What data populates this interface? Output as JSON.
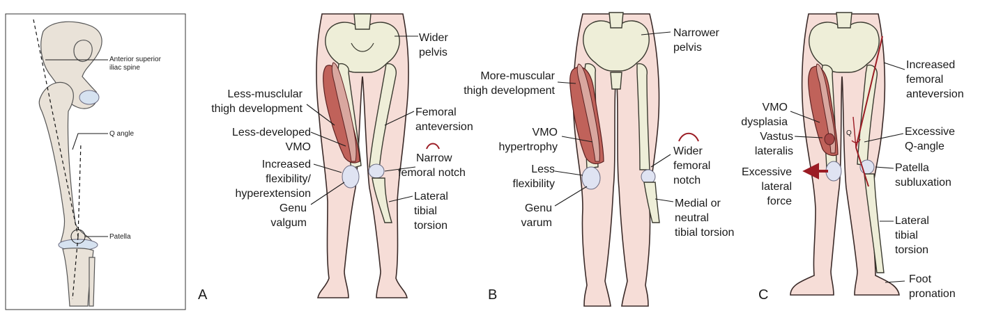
{
  "panel_left": {
    "labels": {
      "asis": [
        "Anterior superior",
        "iliac spine"
      ],
      "q_angle": "Q angle",
      "patella": "Patella"
    }
  },
  "panel_a": {
    "letter": "A",
    "labels": {
      "wider_pelvis": [
        "Wider",
        "pelvis"
      ],
      "less_muscular": [
        "Less-musclular",
        "thigh development"
      ],
      "less_developed_vmo": [
        "Less-developed",
        "VMO"
      ],
      "increased_flexibility": [
        "Increased",
        "flexibility/",
        "hyperextension"
      ],
      "genu_valgum": [
        "Genu",
        "valgum"
      ],
      "femoral_anteversion": [
        "Femoral",
        "anteversion"
      ],
      "narrow_notch": [
        "Narrow",
        "femoral notch"
      ],
      "lateral_tibial_torsion": [
        "Lateral",
        "tibial",
        "torsion"
      ]
    }
  },
  "panel_b": {
    "letter": "B",
    "labels": {
      "narrower_pelvis": [
        "Narrower",
        "pelvis"
      ],
      "more_muscular": [
        "More-muscular",
        "thigh development"
      ],
      "vmo_hypertrophy": [
        "VMO",
        "hypertrophy"
      ],
      "less_flexibility": [
        "Less",
        "flexibility"
      ],
      "genu_varum": [
        "Genu",
        "varum"
      ],
      "wider_notch": [
        "Wider",
        "femoral",
        "notch"
      ],
      "medial_torsion": [
        "Medial or",
        "neutral",
        "tibial torsion"
      ]
    }
  },
  "panel_c": {
    "letter": "C",
    "labels": {
      "increased_anteversion": [
        "Increased",
        "femoral",
        "anteversion"
      ],
      "vmo_dysplasia": [
        "VMO",
        "dysplasia"
      ],
      "vastus_lateralis": [
        "Vastus",
        "lateralis"
      ],
      "excessive_q": [
        "Excessive",
        "Q-angle"
      ],
      "excessive_lateral_force": [
        "Excessive",
        "lateral",
        "force"
      ],
      "patella_subluxation": [
        "Patella",
        "subluxation"
      ],
      "lateral_tibial_torsion": [
        "Lateral",
        "tibial",
        "torsion"
      ],
      "foot_pronation": [
        "Foot",
        "pronation"
      ],
      "q_mark": "Q"
    }
  },
  "colors": {
    "skin": "#f6ddd7",
    "bone": "#eeeed8",
    "muscle": "#c0625a",
    "knee": "#dfe3f2",
    "accent_red": "#9b1c24"
  }
}
